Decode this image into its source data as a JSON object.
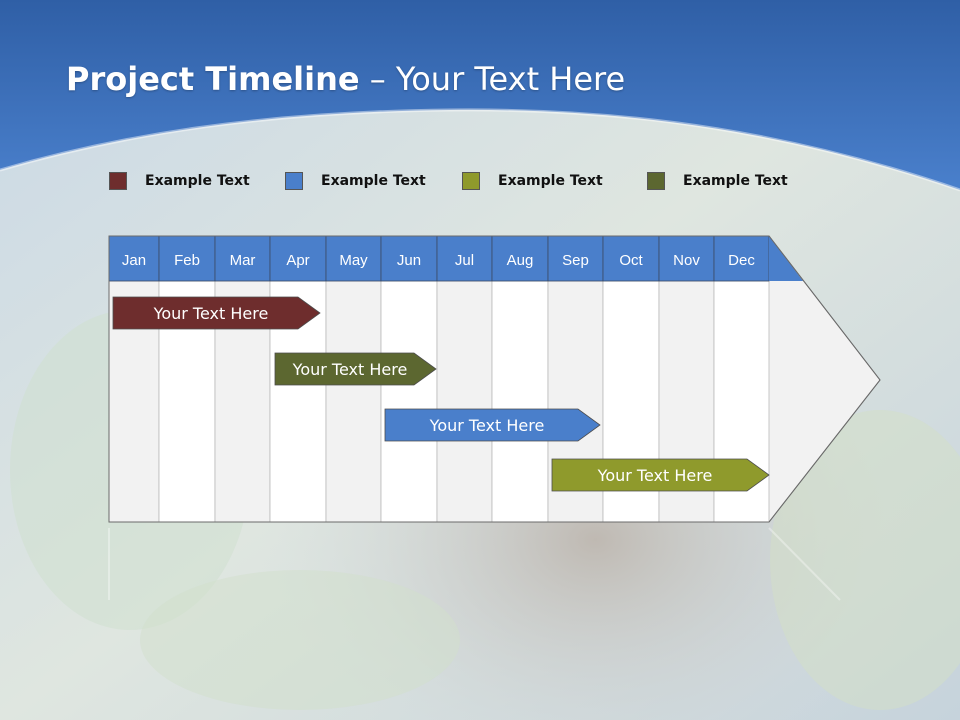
{
  "title": {
    "bold": "Project Timeline",
    "separator": " – ",
    "rest": "Your Text Here"
  },
  "legend": [
    {
      "label": "Example Text",
      "color": "#6e2d2d"
    },
    {
      "label": "Example Text",
      "color": "#4a7fcb"
    },
    {
      "label": "Example Text",
      "color": "#8f9a2c"
    },
    {
      "label": "Example Text",
      "color": "#5c6730"
    }
  ],
  "months": [
    "Jan",
    "Feb",
    "Mar",
    "Apr",
    "May",
    "Jun",
    "Jul",
    "Aug",
    "Sep",
    "Oct",
    "Nov",
    "Dec"
  ],
  "bars": [
    {
      "label": "Your  Text Here",
      "color": "#6e2d2d"
    },
    {
      "label": "Your  Text Here",
      "color": "#5c6730"
    },
    {
      "label": "Your  Text Here",
      "color": "#4a7fcb"
    },
    {
      "label": "Your  Text Here",
      "color": "#8f9a2c"
    }
  ],
  "colors": {
    "header": "#4a7fcb",
    "banner": "#3b6fb8"
  }
}
